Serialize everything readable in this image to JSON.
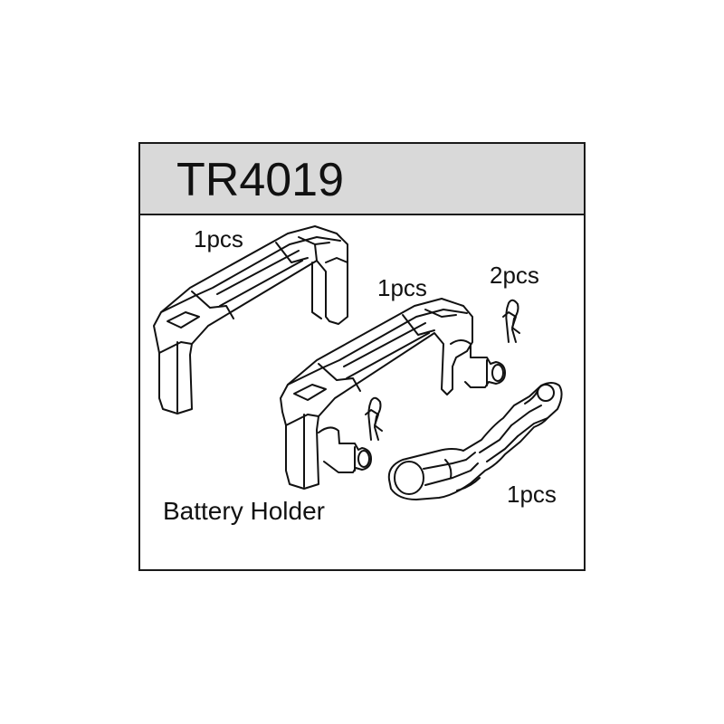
{
  "header": {
    "part_number": "TR4019"
  },
  "parts": [
    {
      "quantity": "1pcs",
      "icon": "battery-holder-bracket-icon"
    },
    {
      "quantity": "1pcs",
      "icon": "battery-holder-bracket-with-pins-icon"
    },
    {
      "quantity": "2pcs",
      "icon": "r-clip-icon"
    },
    {
      "quantity": "1pcs",
      "icon": "battery-strap-icon"
    }
  ],
  "caption": "Battery Holder",
  "colors": {
    "border": "#1a1a1a",
    "header_bg": "#d9d9d9",
    "line": "#111111",
    "background": "#ffffff"
  }
}
